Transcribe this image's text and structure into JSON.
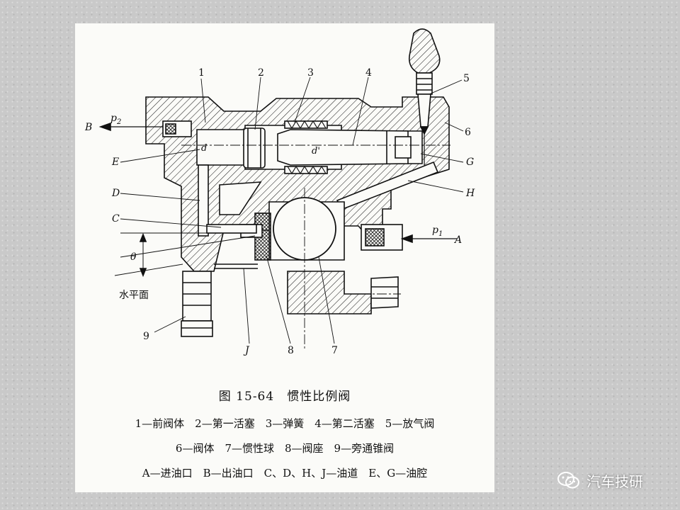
{
  "figure": {
    "title": "图 15-64　惯性比例阀",
    "legend_lines": [
      "1—前阀体　2—第一活塞　3—弹簧　4—第二活塞　5—放气阀",
      "6—阀体　7—惯性球　8—阀座　9—旁通锥阀",
      "A—进油口　B—出油口　C、D、H、J—油道　E、G—油腔"
    ]
  },
  "labels": {
    "part_1": "1",
    "part_2": "2",
    "part_3": "3",
    "part_4": "4",
    "part_5": "5",
    "part_6": "6",
    "part_7": "7",
    "part_8": "8",
    "part_9": "9",
    "port_A": "A",
    "port_B": "B",
    "passage_C": "C",
    "passage_D": "D",
    "chamber_E": "E",
    "chamber_G": "G",
    "passage_H": "H",
    "passage_J": "J",
    "pressure_p1": "p",
    "pressure_p1_sub": "1",
    "pressure_p2": "p",
    "pressure_p2_sub": "2",
    "dim_d1": "d",
    "dim_d2": "d'",
    "angle_theta": "θ",
    "horizontal_plane": "水平面"
  },
  "watermark": {
    "icon": "wechat-icon",
    "text": "汽车技研"
  }
}
